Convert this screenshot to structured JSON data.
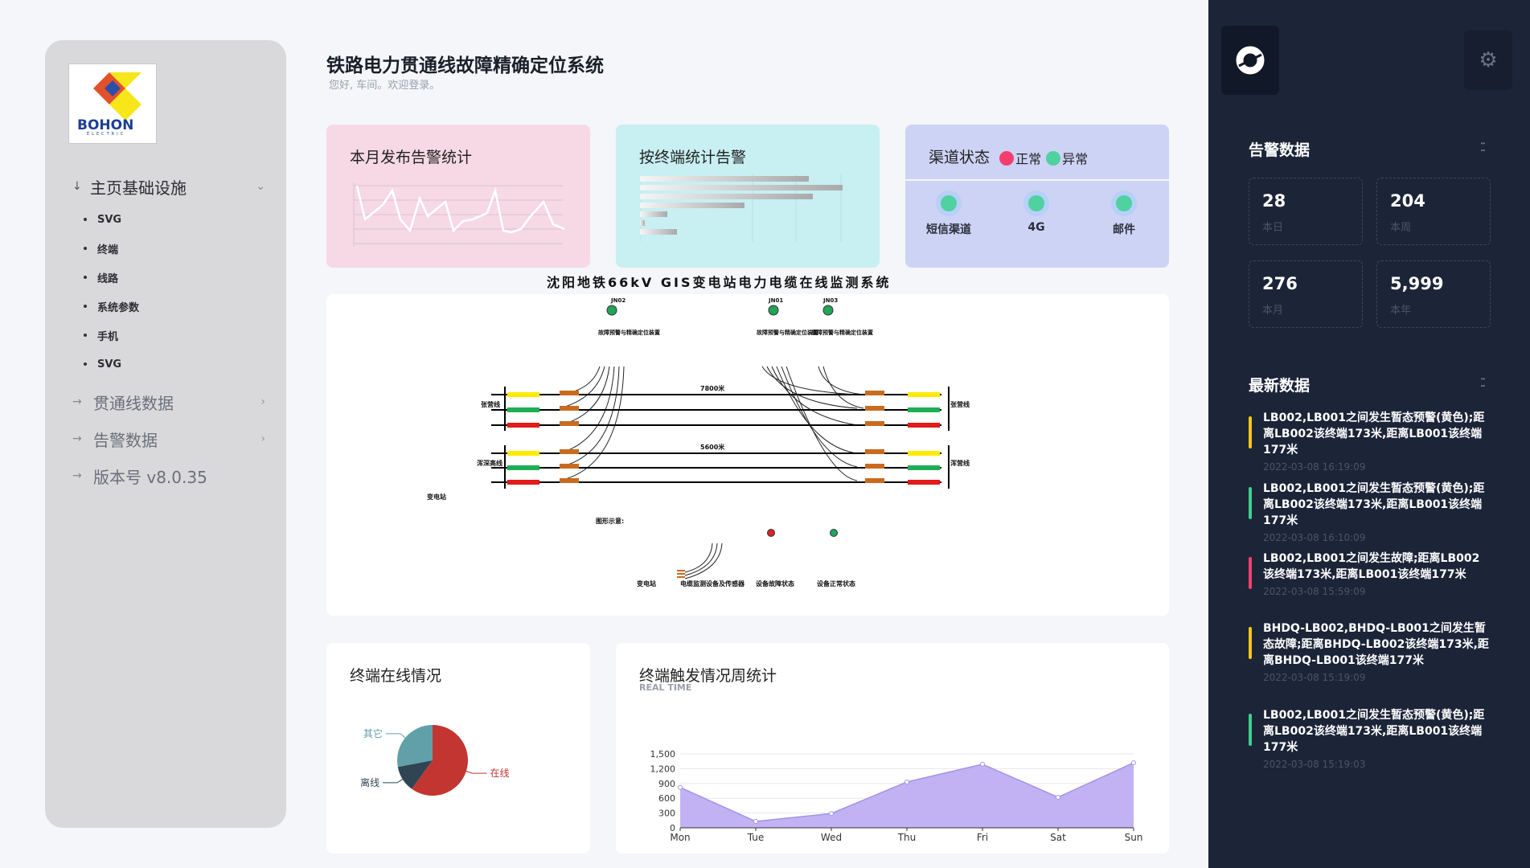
{
  "app": {
    "title": "铁路电力贯通线故障精确定位系统",
    "greeting": "您好, 车间。欢迎登录。"
  },
  "logo": {
    "text": "BOHON",
    "sub": "ELECTRIC"
  },
  "sidebar": {
    "sections": [
      {
        "label": "主页基础设施",
        "expanded": true,
        "items": [
          "SVG",
          "终端",
          "线路",
          "系统参数",
          "手机",
          "SVG"
        ]
      },
      {
        "label": "贯通线数据",
        "expanded": false
      },
      {
        "label": "告警数据",
        "expanded": false
      },
      {
        "label": "版本号 v8.0.35",
        "expanded": false
      }
    ]
  },
  "cards": {
    "monthly_alarms": {
      "title": "本月发布告警统计"
    },
    "terminal_alarms": {
      "title": "按终端统计告警"
    },
    "channel_status": {
      "title": "渠道状态",
      "legend_normal": "正常",
      "legend_abnormal": "异常",
      "colors": {
        "normal": "#4fd1a0",
        "abnormal": "#f43f6e"
      },
      "channels": [
        "短信渠道",
        "4G",
        "邮件"
      ]
    }
  },
  "diagram": {
    "title": "沈阳地铁66kV GIS变电站电力电缆在线监测系统",
    "nodes": [
      "JN02",
      "JN01",
      "JN03"
    ],
    "node_label": "故障预警与精确定位装置",
    "distances": [
      "7800米",
      "5600米"
    ],
    "line_labels": [
      "张营线",
      "张营线",
      "浑深高线",
      "浑营线"
    ],
    "station": "变电站",
    "legend_title": "图形示意:",
    "legend_items": [
      "变电站",
      "电缆监测设备及传感器",
      "设备故障状态",
      "设备正常状态"
    ]
  },
  "terminal_online": {
    "title": "终端在线情况",
    "chart_data": {
      "type": "pie",
      "labels": [
        "在线",
        "离线",
        "其它"
      ],
      "values": [
        60,
        12,
        28
      ],
      "colors": [
        "#c23531",
        "#2f4554",
        "#61a0a8"
      ]
    }
  },
  "weekly": {
    "title": "终端触发情况周统计",
    "subtitle": "REAL TIME",
    "chart_data": {
      "type": "area",
      "categories": [
        "Mon",
        "Tue",
        "Wed",
        "Thu",
        "Fri",
        "Sat",
        "Sun"
      ],
      "values": [
        820,
        130,
        290,
        930,
        1290,
        620,
        1320
      ],
      "yticks": [
        "0",
        "300",
        "600",
        "900",
        "1,200",
        "1,500"
      ],
      "ylim": [
        0,
        1500
      ],
      "color": "#b7a4f2"
    }
  },
  "right_panel": {
    "alarm_header": "告警数据",
    "stats": [
      {
        "value": "28",
        "label": "本日"
      },
      {
        "value": "204",
        "label": "本周"
      },
      {
        "value": "276",
        "label": "本月"
      },
      {
        "value": "5,999",
        "label": "本年"
      }
    ],
    "latest_header": "最新数据",
    "news": [
      {
        "text": "LB002,LB001之间发生暂态预警(黄色);距离LB002该终端173米,距离LB001该终端177米",
        "time": "2022-03-08 16:19:09",
        "color": "#f5c518"
      },
      {
        "text": "LB002,LB001之间发生暂态预警(黄色);距离LB002该终端173米,距离LB001该终端177米",
        "time": "2022-03-08 16:10:09",
        "color": "#3ecf8e"
      },
      {
        "text": "LB002,LB001之间发生故障;距离LB002该终端173米,距离LB001该终端177米",
        "time": "2022-03-08 15:59:09",
        "color": "#f43f6e"
      },
      {
        "text": "BHDQ-LB002,BHDQ-LB001之间发生暂态故障;距离BHDQ-LB002该终端173米,距离BHDQ-LB001该终端177米",
        "time": "2022-03-08 15:19:09",
        "color": "#f5c518"
      },
      {
        "text": "LB002,LB001之间发生暂态预警(黄色);距离LB002该终端173米,距离LB001该终端177米",
        "time": "2022-03-08 15:19:03",
        "color": "#3ecf8e"
      }
    ]
  }
}
